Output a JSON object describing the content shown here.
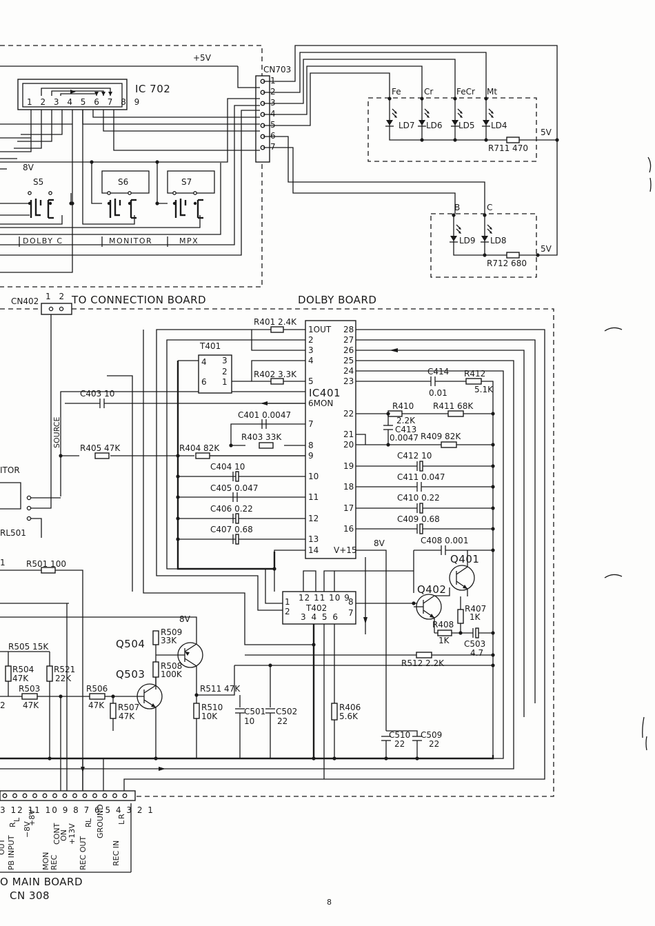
{
  "supply_5v_top": "+5V",
  "ic702": {
    "label": "IC 702",
    "pins": "1 2 3 4 5 6 7 8 9"
  },
  "cn703": {
    "label": "CN703",
    "pins": [
      "1",
      "2",
      "3",
      "4",
      "5",
      "6",
      "7"
    ]
  },
  "leds_top": {
    "cols": [
      "Fe",
      "Cr",
      "FeCr",
      "Mt"
    ],
    "names": [
      "LD7",
      "LD6",
      "LD5",
      "LD4"
    ],
    "resistor": "R711 470",
    "supply": "5V"
  },
  "leds_bottom": {
    "cols": [
      "B",
      "C"
    ],
    "names": [
      "LD9",
      "LD8"
    ],
    "resistor": "R712 680",
    "supply": "5V"
  },
  "switches": {
    "v8": "8V",
    "s5": "S5",
    "s6": "S6",
    "s7": "S7",
    "dolby_c": "DOLBY C",
    "monitor": "MONITOR",
    "mpx": "MPX"
  },
  "cn402": {
    "label": "CN402",
    "pins": "1 2",
    "title": "TO CONNECTION BOARD"
  },
  "dolby_board": "DOLBY BOARD",
  "ic401": {
    "name": "IC401",
    "left_pins": [
      "1OUT",
      "2",
      "3",
      "4",
      "5",
      "6MON",
      "7",
      "8",
      "9",
      "10",
      "11",
      "12",
      "13",
      "14"
    ],
    "right_pins": [
      "28",
      "27",
      "26",
      "25",
      "24",
      "23",
      "22",
      "21",
      "20",
      "19",
      "18",
      "17",
      "16",
      "V+15"
    ]
  },
  "t401": {
    "label": "T401",
    "pins": [
      "4",
      "3",
      "2",
      "6",
      "1"
    ]
  },
  "t402": {
    "label": "T402",
    "top_pins": "12 11 10 9",
    "bottom_pins": "3 4 5 6",
    "left_pins": [
      "1",
      "2"
    ],
    "right_pins": [
      "8",
      "7"
    ]
  },
  "components": {
    "r401": "R401 2.4K",
    "r402": "R402 3.3K",
    "c403": "C403 10",
    "c401": "C401 0.0047",
    "r403": "R403 33K",
    "r404": "R404 82K",
    "r405": "R405 47K",
    "source": "SOURCE",
    "c404": "C404 10",
    "c405": "C405 0.047",
    "c406": "C406 0.22",
    "c407": "C407 0.68",
    "c414": "C414",
    "c414v": "0.01",
    "r412": "R412",
    "r412v": "5.1K",
    "r410": "R410",
    "r410v": "2.2K",
    "r411": "R411 68K",
    "c413": "C413",
    "c413v": "0.0047",
    "r409": "R409 82K",
    "c412": "C412 10",
    "c411": "C411 0.047",
    "c410": "C410 0.22",
    "c409": "C409 0.68",
    "c408": "C408 0.001",
    "v8_mid": "8V",
    "q401": "Q401",
    "q402": "Q402",
    "r407": "R407",
    "r407v": "1K",
    "r408": "R408",
    "r408v": "1K",
    "c503": "C503",
    "c503v": "4.7",
    "r512": "R512 2.2K",
    "itor": "ITOR",
    "rl501": "RL501",
    "r501": "R501 100",
    "one": "1",
    "v8_low": "8V",
    "r509": "R509",
    "r509v": "33K",
    "q504": "Q504",
    "r508": "R508",
    "r508v": "100K",
    "q503": "Q503",
    "r511": "R511 47K",
    "r510": "R510",
    "r510v": "10K",
    "c501": "C501",
    "c501v": "10",
    "c502": "C502",
    "c502v": "22",
    "r406": "R406",
    "r406v": "5.6K",
    "c510": "C510",
    "c510v": "22",
    "c509": "C509",
    "c509v": "22",
    "r505": "R505 15K",
    "r504": "R504",
    "r504v": "47K",
    "r521": "R521",
    "r521v": "22K",
    "r503": "R503",
    "r503v": "47K",
    "two": "2",
    "r506": "R506",
    "r506v": "47K",
    "r507": "R507",
    "r507v": "47K"
  },
  "connector_bottom": {
    "numbers": "3 12 11 10 9 8 7 6 5 4 3 2 1",
    "labels": [
      "OUT",
      "PB INPUT",
      "R",
      "L",
      "−8V",
      "+8V",
      "MON",
      "REC",
      "CONT",
      "ON",
      "+13V",
      "REC OUT",
      "L",
      "R",
      "GROUND",
      "REC IN",
      "R",
      "L"
    ],
    "title": "O MAIN BOARD",
    "sub": "CN 308"
  },
  "page_number": "8"
}
